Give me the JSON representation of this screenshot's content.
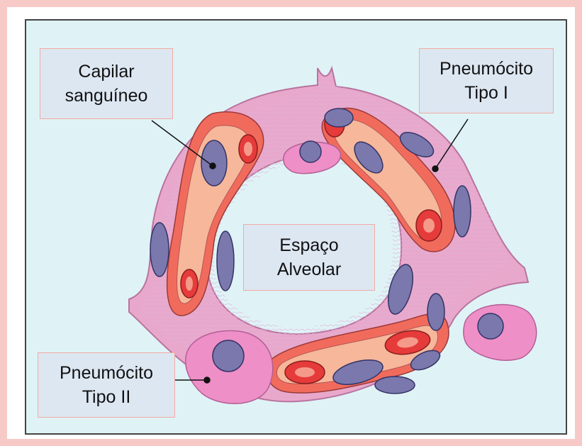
{
  "labels": {
    "capilar": {
      "line1": "Capilar",
      "line2": "sanguíneo"
    },
    "tipo1": {
      "line1": "Pneumócito",
      "line2": "Tipo I"
    },
    "espaco": {
      "line1": "Espaço",
      "line2": "Alveolar"
    },
    "tipo2": {
      "line1": "Pneumócito",
      "line2": "Tipo II"
    }
  },
  "colors": {
    "frame": "#f7c9c7",
    "background": "#dff3f6",
    "wall": "#e8a8cc",
    "interstitium": "#f4dcef",
    "capillary_outer": "#f16b5c",
    "capillary_inner": "#f6b79a",
    "red_cell": "#e63b3b",
    "nucleus": "#7b78ad",
    "type2_cell": "#ee8fc7",
    "label_fill": "#dde7f2",
    "label_border": "#f4a9a0"
  }
}
